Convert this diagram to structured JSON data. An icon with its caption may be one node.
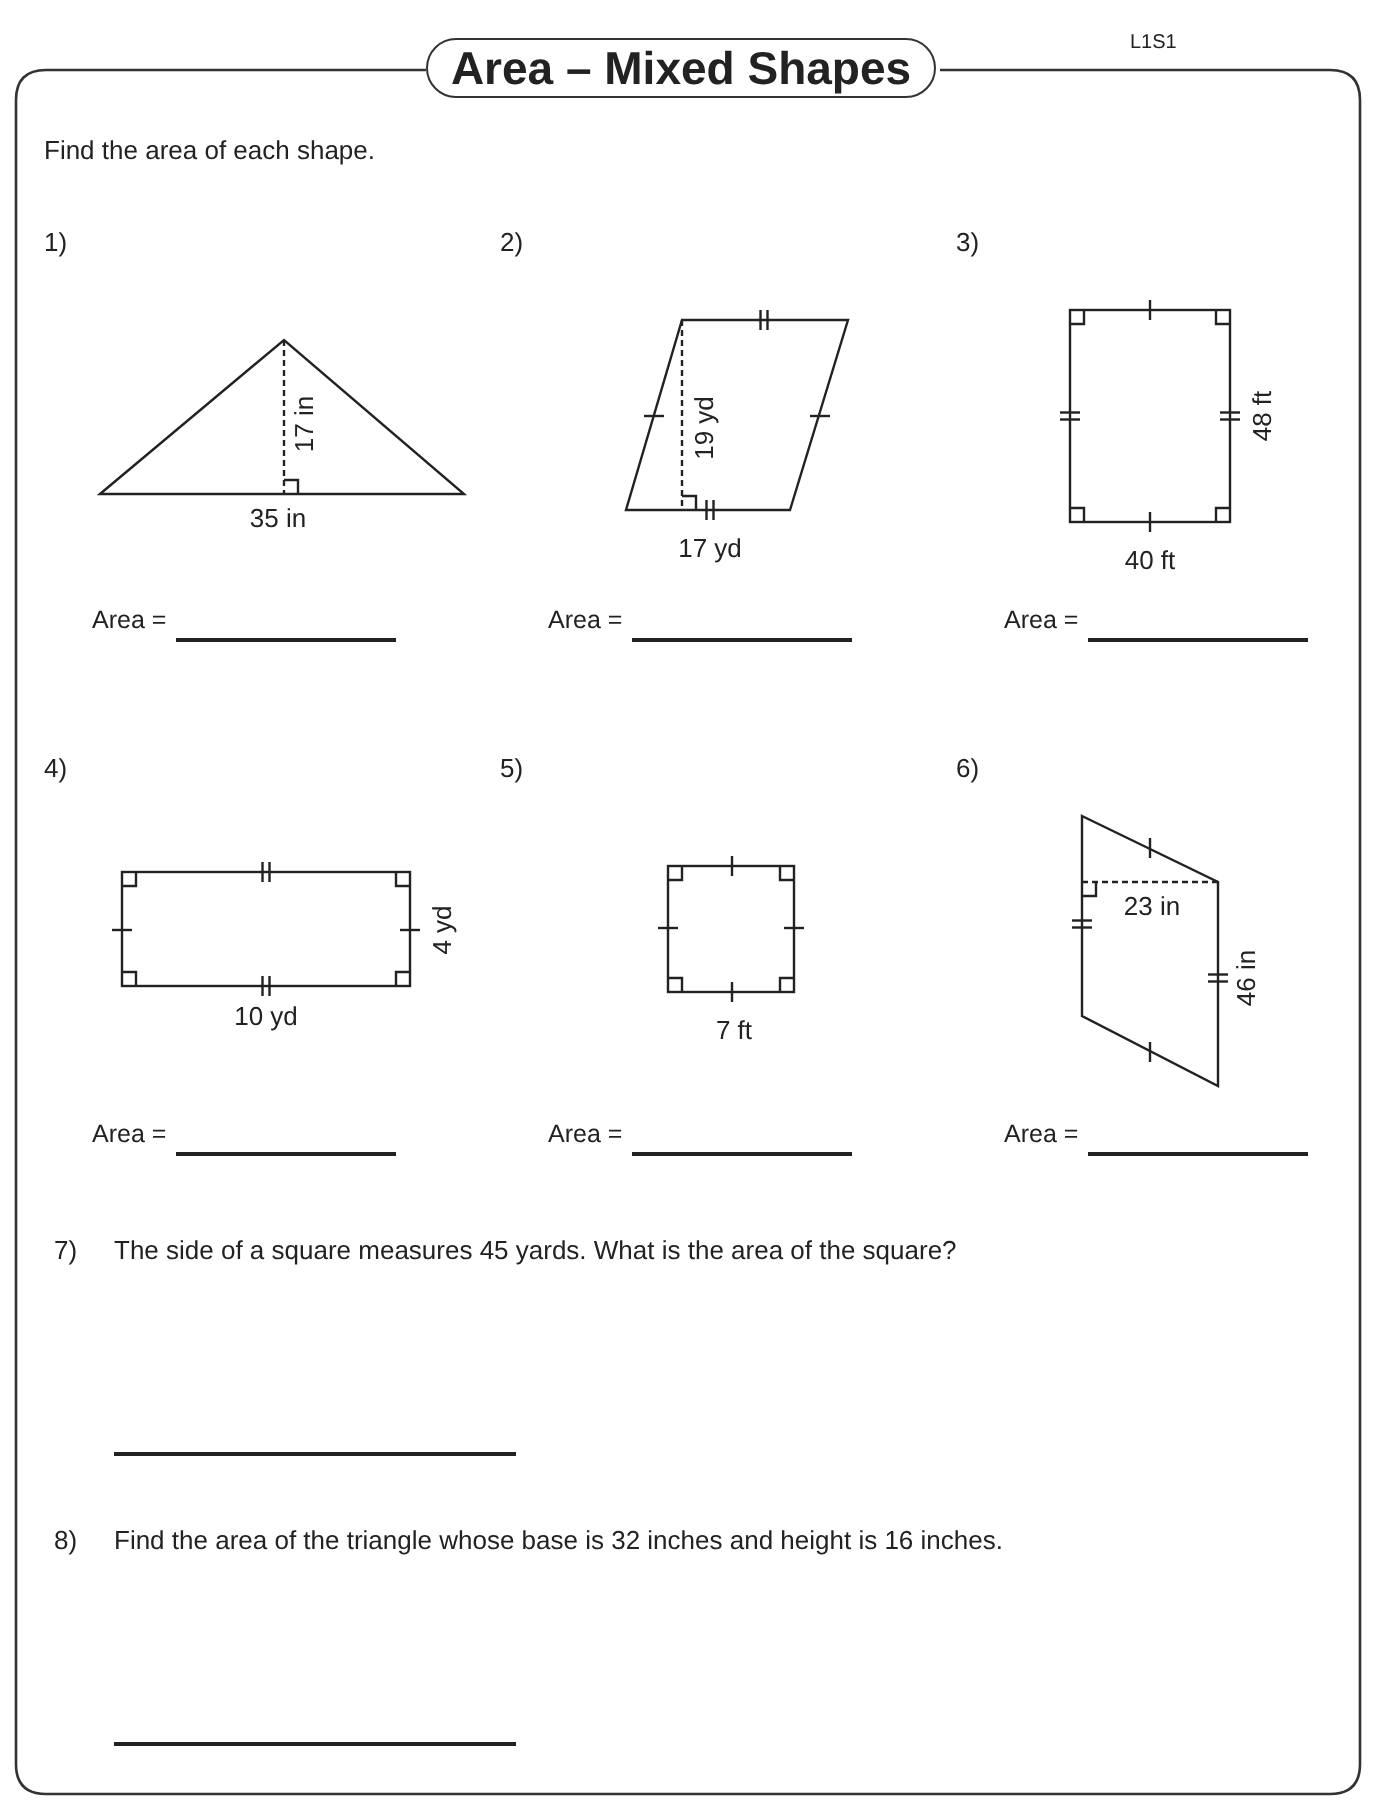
{
  "diagram": {
    "title": "Area – Mixed Shapes",
    "labels": [
      "L1S1",
      "Find the area of each shape.",
      "1)",
      "2)",
      "3)",
      "17 in",
      "19 yd",
      "48 ft",
      "35 in",
      "17 yd",
      "40 ft",
      "Area =",
      "Area =",
      "Area =",
      "4)",
      "5)",
      "6)",
      "23 in",
      "4 yd",
      "46 in",
      "10 yd",
      "7 ft",
      "Area =",
      "Area =",
      "Area =",
      "7)",
      "The side of a square measures 45 yards. What is the area of the square?",
      "8)",
      "Find the area of the triangle whose base is 32 inches and height is 16 inches."
    ]
  }
}
